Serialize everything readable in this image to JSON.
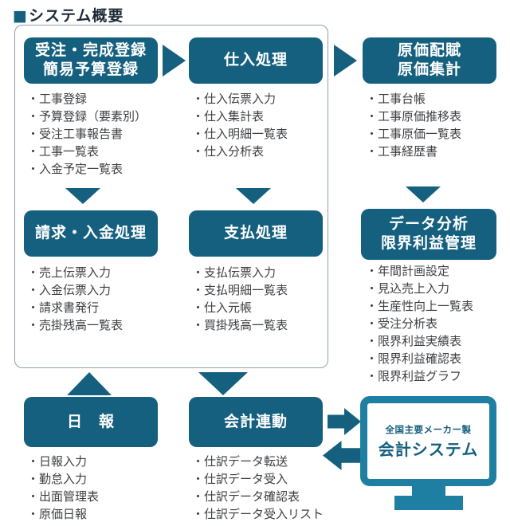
{
  "page_title": {
    "marker": "■",
    "text": "システム概要"
  },
  "colors": {
    "box_fill": "#15607f",
    "arrow_fill": "#15607f",
    "monitor_fill": "#1f7fa2",
    "frame_border": "#8fa0ab",
    "list_text": "#3d3f42",
    "box_text": "#ffffff"
  },
  "modules": [
    {
      "name": "order-completion-registration",
      "title": [
        "受注・完成登録",
        "簡易予算登録"
      ],
      "items": [
        "・工事登録",
        "・予算登録（要素別）",
        "・受注工事報告書",
        "・工事一覧表",
        "・入金予定一覧表"
      ]
    },
    {
      "name": "purchase-processing",
      "title": [
        "仕入処理"
      ],
      "items": [
        "・仕入伝票入力",
        "・仕入集計表",
        "・仕入明細一覧表",
        "・仕入分析表"
      ]
    },
    {
      "name": "cost-allocation",
      "title": [
        "原価配賦",
        "原価集計"
      ],
      "items": [
        "・工事台帳",
        "・工事原価推移表",
        "・工事原価一覧表",
        "・工事経歴書"
      ]
    },
    {
      "name": "billing-deposit-processing",
      "title": [
        "請求・入金処理"
      ],
      "items": [
        "・売上伝票入力",
        "・入金伝票入力",
        "・請求書発行",
        "・売掛残高一覧表"
      ]
    },
    {
      "name": "payment-processing",
      "title": [
        "支払処理"
      ],
      "items": [
        "・支払伝票入力",
        "・支払明細一覧表",
        "・仕入元帳",
        "・買掛残高一覧表"
      ]
    },
    {
      "name": "data-analysis-marginal-profit",
      "title": [
        "データ分析",
        "限界利益管理"
      ],
      "items": [
        "・年間計画設定",
        "・見込売上入力",
        "・生産性向上一覧表",
        "・受注分析表",
        "・限界利益実績表",
        "・限界利益確認表",
        "・限界利益グラフ"
      ]
    },
    {
      "name": "daily-report",
      "title": [
        "日　報"
      ],
      "items": [
        "・日報入力",
        "・勤怠入力",
        "・出面管理表",
        "・原価日報"
      ]
    },
    {
      "name": "accounting-link",
      "title": [
        "会計連動"
      ],
      "items": [
        "・仕訳データ転送",
        "・仕訳データ受入",
        "・仕訳データ確認表",
        "・仕訳データ受入リスト"
      ]
    }
  ],
  "monitor": {
    "maker_label": "全国主要メーカー製",
    "system_label": "会計システム"
  }
}
